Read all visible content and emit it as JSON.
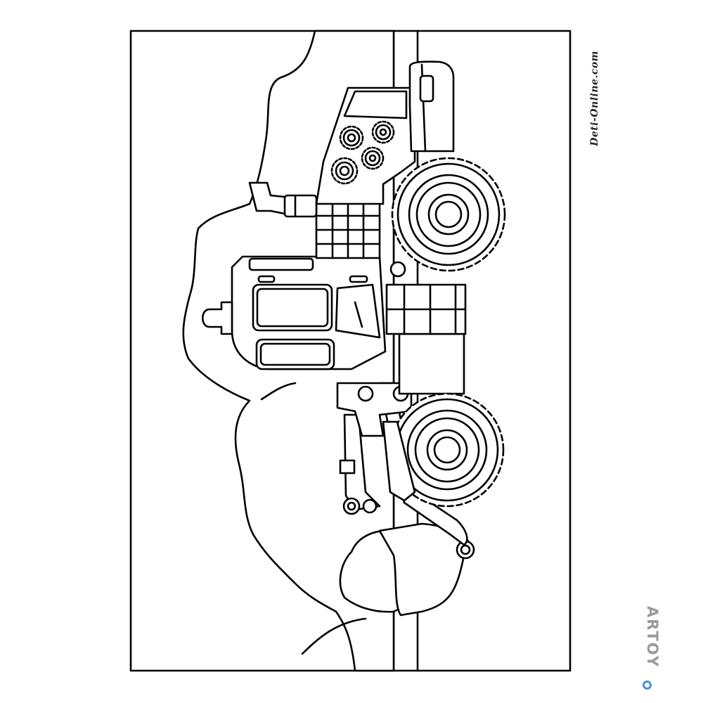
{
  "artwork": {
    "subject": "coloring-page-wheel-loader",
    "line_color": "#000000",
    "fill_color": "#ffffff"
  },
  "watermarks": {
    "site_text": "Deti-Online.com",
    "brand_text": "ARTOY",
    "brand_color": "#9a9a9a",
    "brand_accent": "#4a8fe0"
  }
}
